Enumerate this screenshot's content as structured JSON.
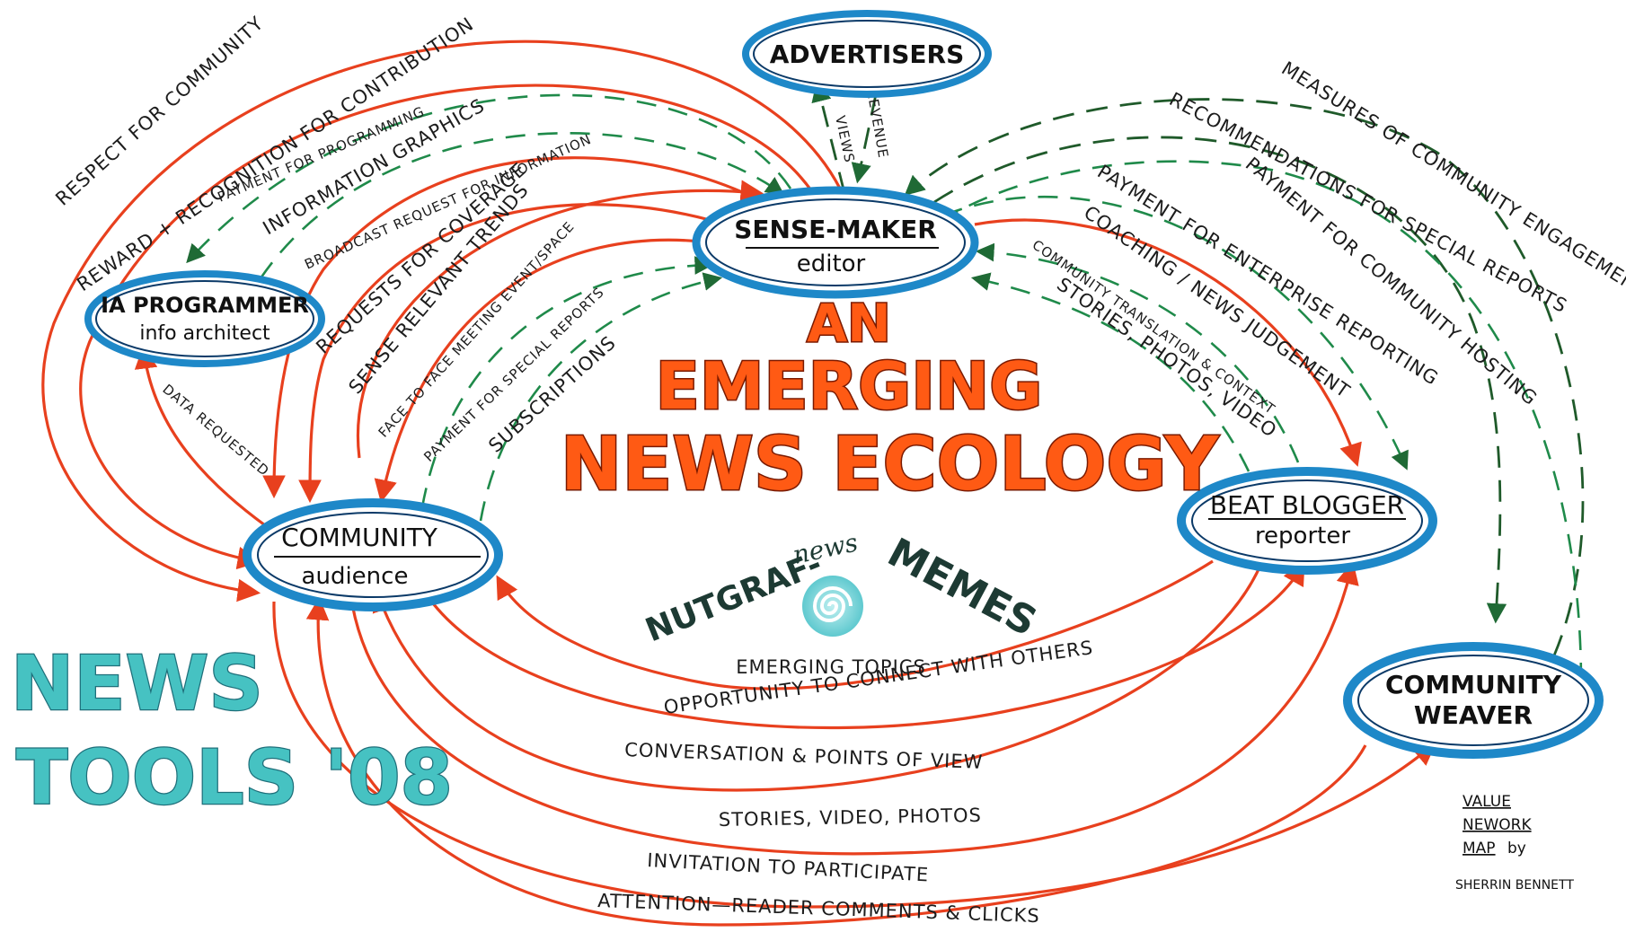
{
  "nodes": {
    "advertisers": {
      "title": "ADVERTISERS"
    },
    "sense_maker": {
      "title": "SENSE-MAKER",
      "subtitle": "editor"
    },
    "ia_programmer": {
      "title": "IA PROGRAMMER",
      "subtitle": "info architect"
    },
    "community": {
      "title": "COMMUNITY",
      "subtitle": "audience"
    },
    "beat_blogger": {
      "title": "BEAT BLOGGER",
      "subtitle": "reporter"
    },
    "community_weaver": {
      "title_line1": "COMMUNITY",
      "title_line2": "WEAVER"
    }
  },
  "title": {
    "line1": "AN",
    "line2": "EMERGING",
    "line3": "NEWS ECOLOGY"
  },
  "center": {
    "nutgraf": "NUTGRAF-",
    "news": "news",
    "memes": "MEMES",
    "emerging_topics": "EMERGING TOPICS"
  },
  "news_tools": {
    "line1": "NEWS",
    "line2": "TOOLS '08"
  },
  "credit": {
    "line1": "VALUE",
    "line2": "NEWORK",
    "line3": "MAP",
    "line4": "by",
    "line5": "SHERRIN BENNETT"
  },
  "flows": {
    "respect": "RESPECT FOR COMMUNITY",
    "reward": "REWARD + RECOGNITION FOR CONTRIBUTION",
    "payment_programming": "PAYMENT FOR PROGRAMMING",
    "information_graphics": "INFORMATION GRAPHICS",
    "broadcast": "BROADCAST REQUEST FOR INFORMATION",
    "requests_coverage": "REQUESTS FOR COVERAGE",
    "sense_trends": "SENSE RELEVANT TRENDS",
    "face_to_face": "FACE TO FACE MEETING EVENT/SPACE",
    "payment_special_left": "PAYMENT FOR SPECIAL REPORTS",
    "subscriptions": "SUBSCRIPTIONS",
    "data_requested": "DATA REQUESTED",
    "views": "VIEWS",
    "revenue": "REVENUE",
    "measures": "MEASURES OF COMMUNITY ENGAGEMENT",
    "recommendations": "RECOMMENDATIONS FOR SPECIAL REPORTS",
    "payment_hosting": "PAYMENT FOR COMMUNITY HOSTING",
    "payment_enterprise": "PAYMENT FOR ENTERPRISE REPORTING",
    "coaching": "COACHING / NEWS JUDGEMENT",
    "translation": "COMMUNITY TRANSLATION & CONTEXT",
    "stories_photos": "STORIES, PHOTOS, VIDEO",
    "opportunity": "OPPORTUNITY TO CONNECT WITH OTHERS",
    "conversation": "CONVERSATION & POINTS OF VIEW",
    "stories_video": "STORIES, VIDEO, PHOTOS",
    "invitation": "INVITATION TO PARTICIPATE",
    "attention": "ATTENTION—READER COMMENTS & CLICKS"
  },
  "colors": {
    "value_flow": "#e8401e",
    "intangible_flow": "#1f8a4a",
    "node_ring": "#1e88c8",
    "title_fill": "#ff5a14",
    "tools_fill": "#46c2c2"
  }
}
